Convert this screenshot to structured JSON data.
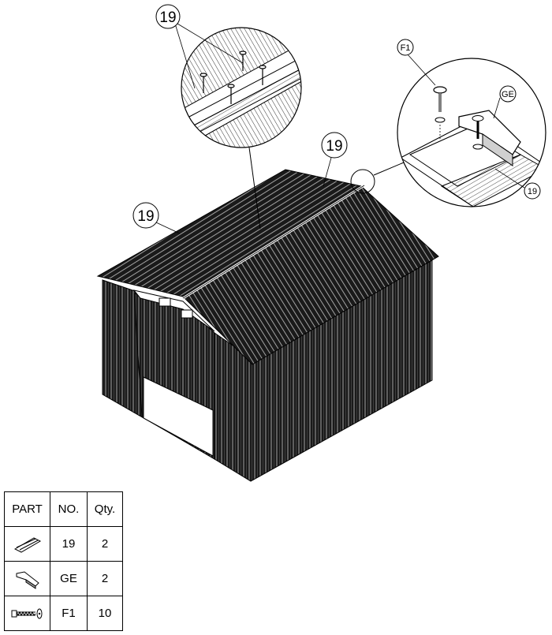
{
  "callouts": {
    "top_detail": "19",
    "roof_left": "19",
    "roof_right": "19",
    "right_detail_f1": "F1",
    "right_detail_ge": "GE",
    "right_detail_19": "19"
  },
  "parts_table": {
    "headers": [
      "PART",
      "NO.",
      "Qty."
    ],
    "rows": [
      {
        "icon": "ridge-cap-icon",
        "no": "19",
        "qty": "2"
      },
      {
        "icon": "gable-end-cap-icon",
        "no": "GE",
        "qty": "2"
      },
      {
        "icon": "screw-washer-icon",
        "no": "F1",
        "qty": "10"
      }
    ]
  },
  "colors": {
    "line": "#000000",
    "panel": "#1a1a1a",
    "background": "#ffffff"
  }
}
